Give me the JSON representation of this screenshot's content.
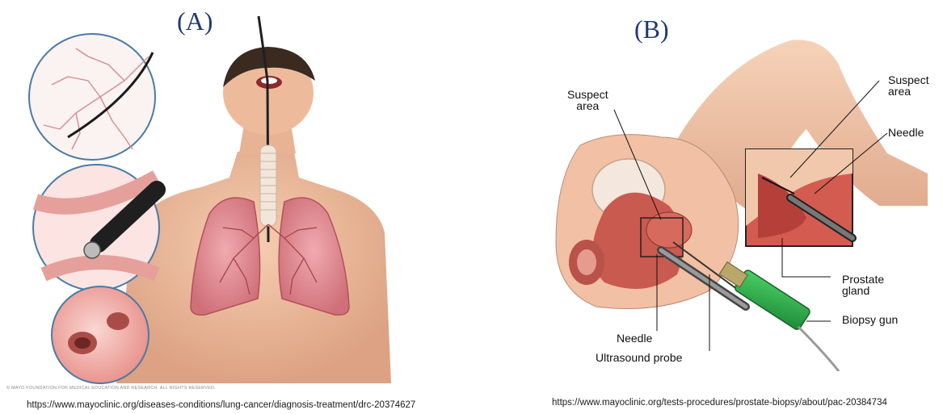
{
  "panel_a": {
    "label": "(A)",
    "copyright": "© MAYO FOUNDATION FOR MEDICAL EDUCATION AND RESEARCH. ALL RIGHTS RESERVED.",
    "url": "https://www.mayoclinic.org/diseases-conditions/lung-cancer/diagnosis-treatment/drc-20374627"
  },
  "panel_b": {
    "label": "(B)",
    "url": "https://www.mayoclinic.org/tests-procedures/prostate-biopsy/about/pac-20384734",
    "callouts": {
      "suspect_area_left": "Suspect\narea",
      "suspect_area_right": "Suspect\narea",
      "needle_right": "Needle",
      "prostate_gland": "Prostate\ngland",
      "biopsy_gun": "Biopsy gun",
      "needle_bottom": "Needle",
      "ultrasound_probe": "Ultrasound probe"
    }
  },
  "colors": {
    "label_blue": "#1f3b6e",
    "skin": "#f2c0a0",
    "lung": "#e08a8f",
    "tissue": "#c95a4f",
    "gun_green": "#2fb24a"
  },
  "icons": [
    "bronchoscope-illustration",
    "prostate-biopsy-illustration"
  ]
}
